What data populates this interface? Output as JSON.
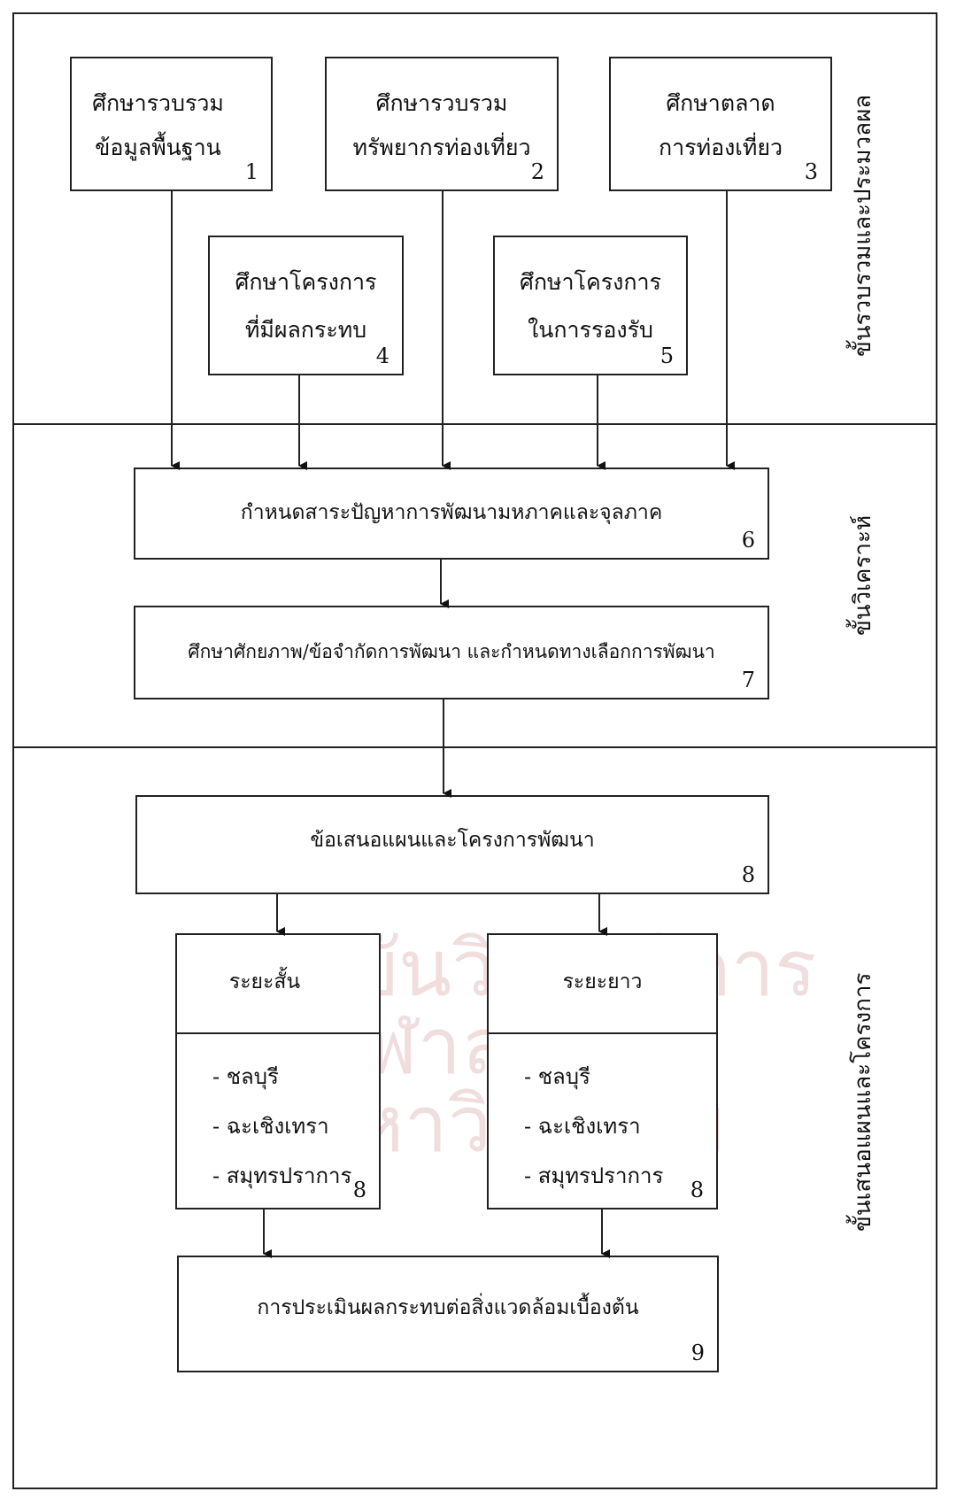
{
  "stages": [
    "ขั้นรวบรวมและประมวลผล",
    "ขั้นวิเคราะห์",
    "ขั้นเสนอแผนและโครงการ"
  ],
  "boxes": {
    "b1": {
      "line1": "ศึกษารวบรวม",
      "line2": "ข้อมูลพื้นฐาน",
      "num": "1"
    },
    "b2": {
      "line1": "ศึกษารวบรวม",
      "line2": "ทรัพยากรท่องเที่ยว",
      "num": "2"
    },
    "b3": {
      "line1": "ศึกษาตลาด",
      "line2": "การท่องเที่ยว",
      "num": "3"
    },
    "b4": {
      "line1": "ศึกษาโครงการ",
      "line2": "ที่มีผลกระทบ",
      "num": "4"
    },
    "b5": {
      "line1": "ศึกษาโครงการ",
      "line2": "ในการรองรับ",
      "num": "5"
    },
    "b6": {
      "text": "กำหนดสาระปัญหาการพัฒนามหภาคและจุลภาค",
      "num": "6"
    },
    "b7": {
      "text": "ศึกษาศักยภาพ/ข้อจำกัดการพัฒนา และกำหนดทางเลือกการพัฒนา",
      "num": "7"
    },
    "b8": {
      "text": "ข้อเสนอแผนและโครงการพัฒนา",
      "num": "8"
    },
    "short": {
      "title": "ระยะสั้น",
      "items": [
        "- ชลบุรี",
        "- ฉะเชิงเทรา",
        "- สมุทรปราการ"
      ],
      "num": "8"
    },
    "long": {
      "title": "ระยะยาว",
      "items": [
        "- ชลบุรี",
        "- ฉะเชิงเทรา",
        "- สมุทรปราการ"
      ],
      "num": "8"
    },
    "b9": {
      "text": "การประเมินผลกระทบต่อสิ่งแวดล้อมเบื้องต้น",
      "num": "9"
    }
  },
  "watermark": {
    "line1": "สถาบันวิทยบริการ",
    "line2": "จุฬาลงกรณ์มหาวิทยาลัย"
  }
}
